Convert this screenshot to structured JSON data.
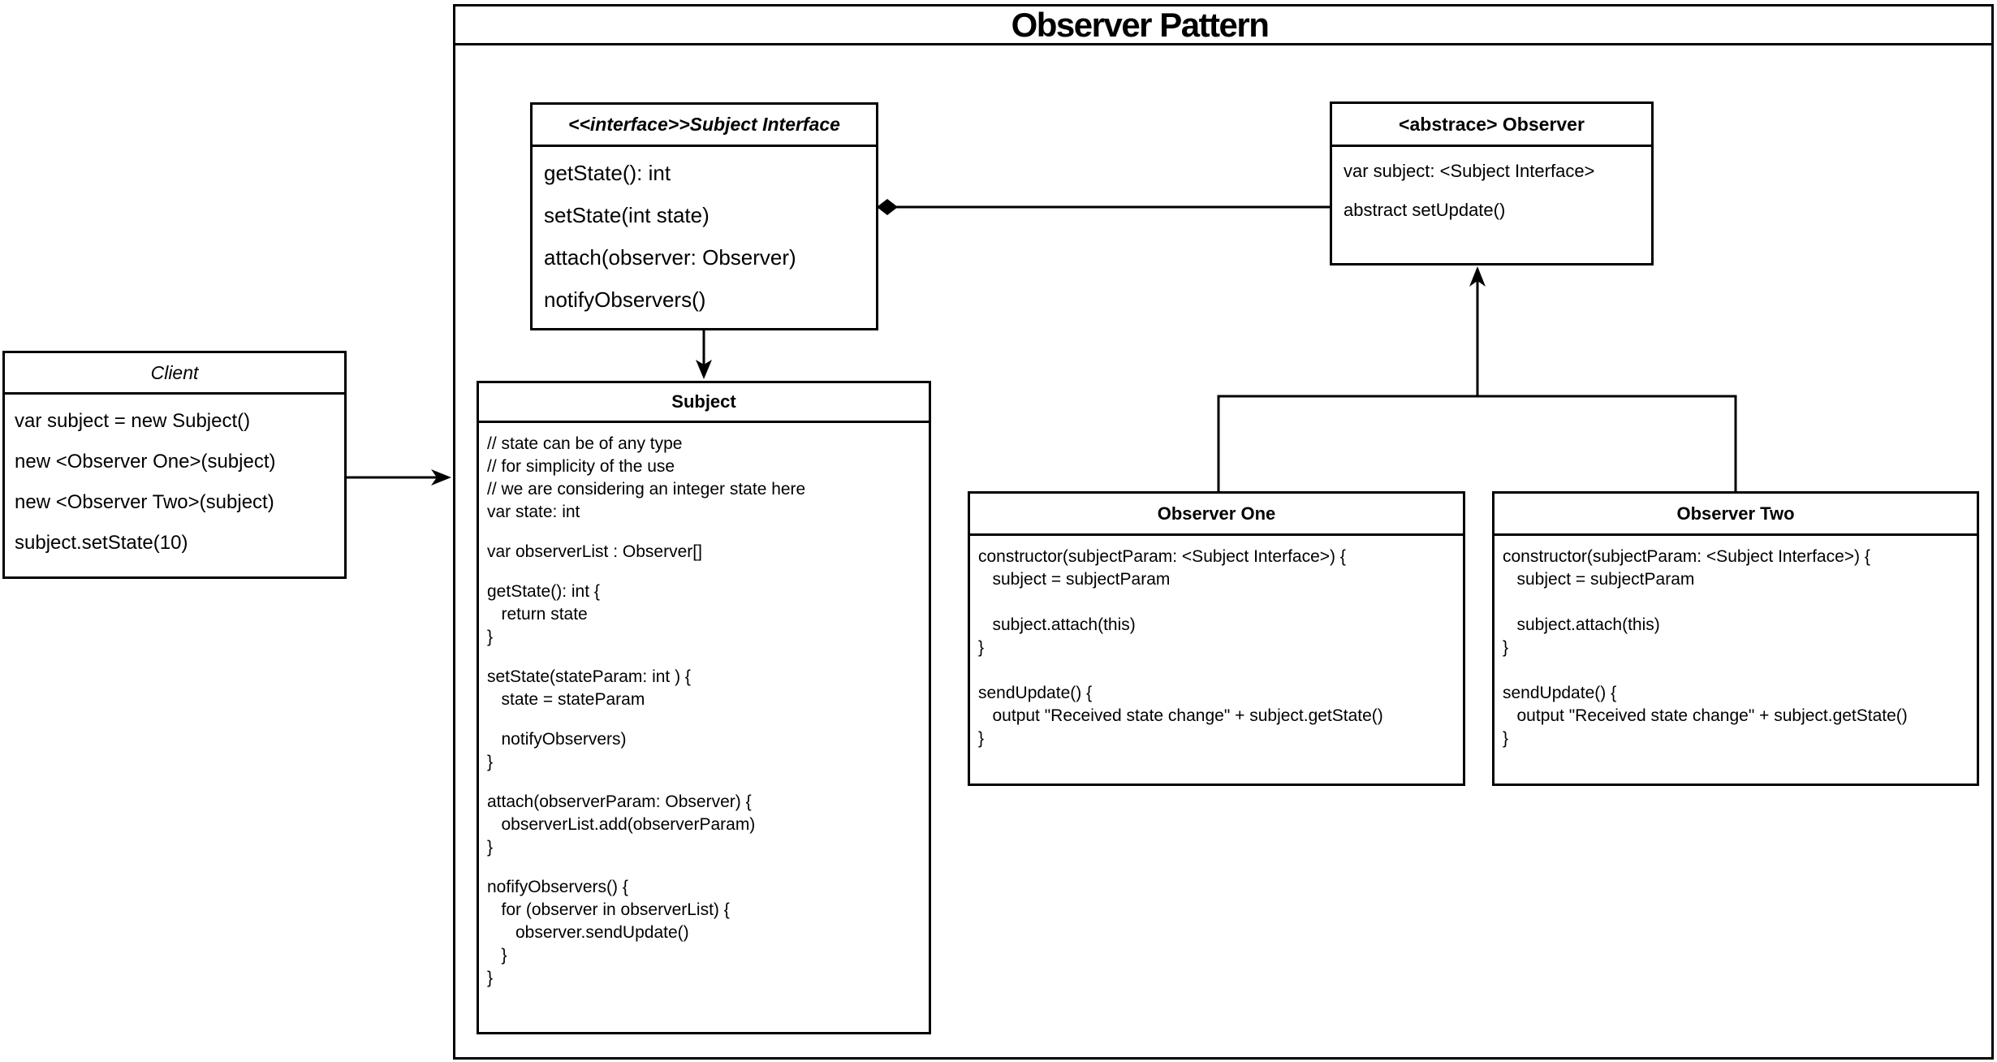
{
  "diagram": {
    "title": "Observer Pattern",
    "colors": {
      "line": "#000000",
      "text": "#000000",
      "background": "#ffffff"
    },
    "boxes": {
      "client": {
        "title": "Client",
        "lines": [
          "var subject = new Subject()",
          "new <Observer One>(subject)",
          "new <Observer Two>(subject)",
          "subject.setState(10)"
        ]
      },
      "subject_interface": {
        "title": "<<interface>>Subject Interface",
        "lines": [
          "getState(): int",
          "setState(int state)",
          "attach(observer: Observer)",
          "notifyObservers()"
        ]
      },
      "observer_abstract": {
        "title": "<abstrace> Observer",
        "lines": [
          "var subject: <Subject Interface>",
          "abstract setUpdate()"
        ]
      },
      "subject": {
        "title": "Subject",
        "lines": [
          "// state can be of any type",
          "// for simplicity of the use",
          "// we are considering an integer state here",
          "var state: int",
          "",
          "var observerList : Observer[]",
          "",
          "getState(): int {",
          "   return state",
          "}",
          "",
          "setState(stateParam: int ) {",
          "   state = stateParam",
          "",
          "   notifyObservers)",
          "}",
          "",
          "attach(observerParam: Observer) {",
          "   observerList.add(observerParam)",
          "}",
          "",
          "nofifyObservers() {",
          "   for (observer in observerList) {",
          "      observer.sendUpdate()",
          "   }",
          "}"
        ]
      },
      "observer_one": {
        "title": "Observer One",
        "lines": [
          "constructor(subjectParam: <Subject Interface>) {",
          "   subject = subjectParam",
          "",
          "   subject.attach(this)",
          "}",
          "",
          "sendUpdate() {",
          "   output \"Received state change\" + subject.getState()",
          "}"
        ]
      },
      "observer_two": {
        "title": "Observer Two",
        "lines": [
          "constructor(subjectParam: <Subject Interface>) {",
          "   subject = subjectParam",
          "",
          "   subject.attach(this)",
          "}",
          "",
          "sendUpdate() {",
          "   output \"Received state change\" + subject.getState()",
          "}"
        ]
      }
    },
    "connectors": {
      "client_to_pattern": {
        "type": "arrow",
        "from": "Client",
        "to": "Observer Pattern"
      },
      "subjectinterface_to_observer": {
        "type": "composition-diamond",
        "from": "Subject Interface",
        "to": "<abstrace> Observer"
      },
      "subjectinterface_to_subject": {
        "type": "arrow",
        "from": "Subject Interface",
        "to": "Subject"
      },
      "observers_to_observer": {
        "type": "inheritance-arrow",
        "from": "Observer One / Observer Two",
        "to": "<abstrace> Observer"
      }
    }
  }
}
